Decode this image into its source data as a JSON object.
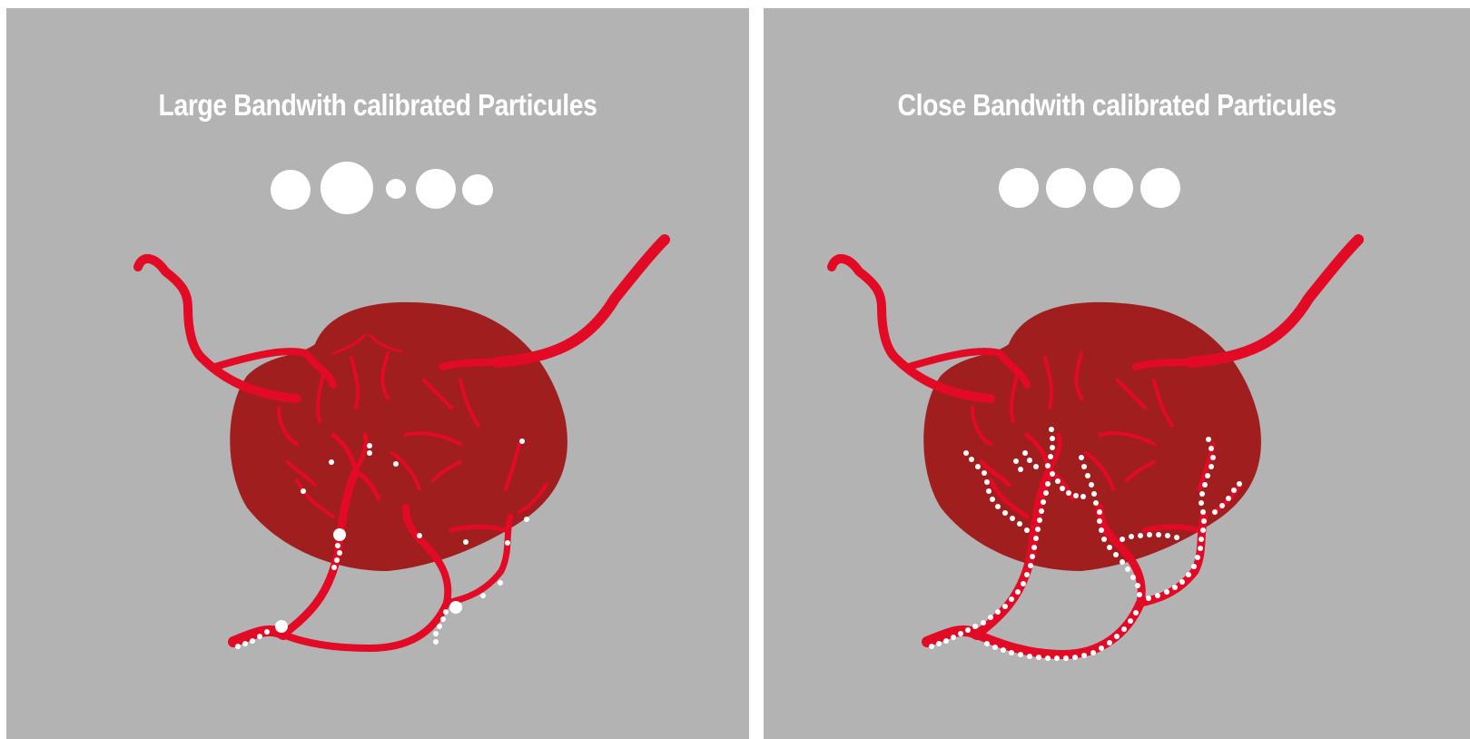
{
  "colors": {
    "background": "#ffffff",
    "panel": "#b3b3b3",
    "tumor": "#a01e1e",
    "vessel": "#e30a25",
    "particle": "#ffffff",
    "text": "#ffffff"
  },
  "panels": [
    {
      "id": "left",
      "title": "Large Bandwith calibrated Particules",
      "legend_particles": [
        "large",
        "extra-large",
        "small",
        "large",
        "medium"
      ],
      "distribution": "sparse, uneven penetration"
    },
    {
      "id": "right",
      "title": "Close Bandwith calibrated Particules",
      "legend_particles": [
        "uniform",
        "uniform",
        "uniform",
        "uniform"
      ],
      "distribution": "dense, uniform penetration"
    }
  ]
}
